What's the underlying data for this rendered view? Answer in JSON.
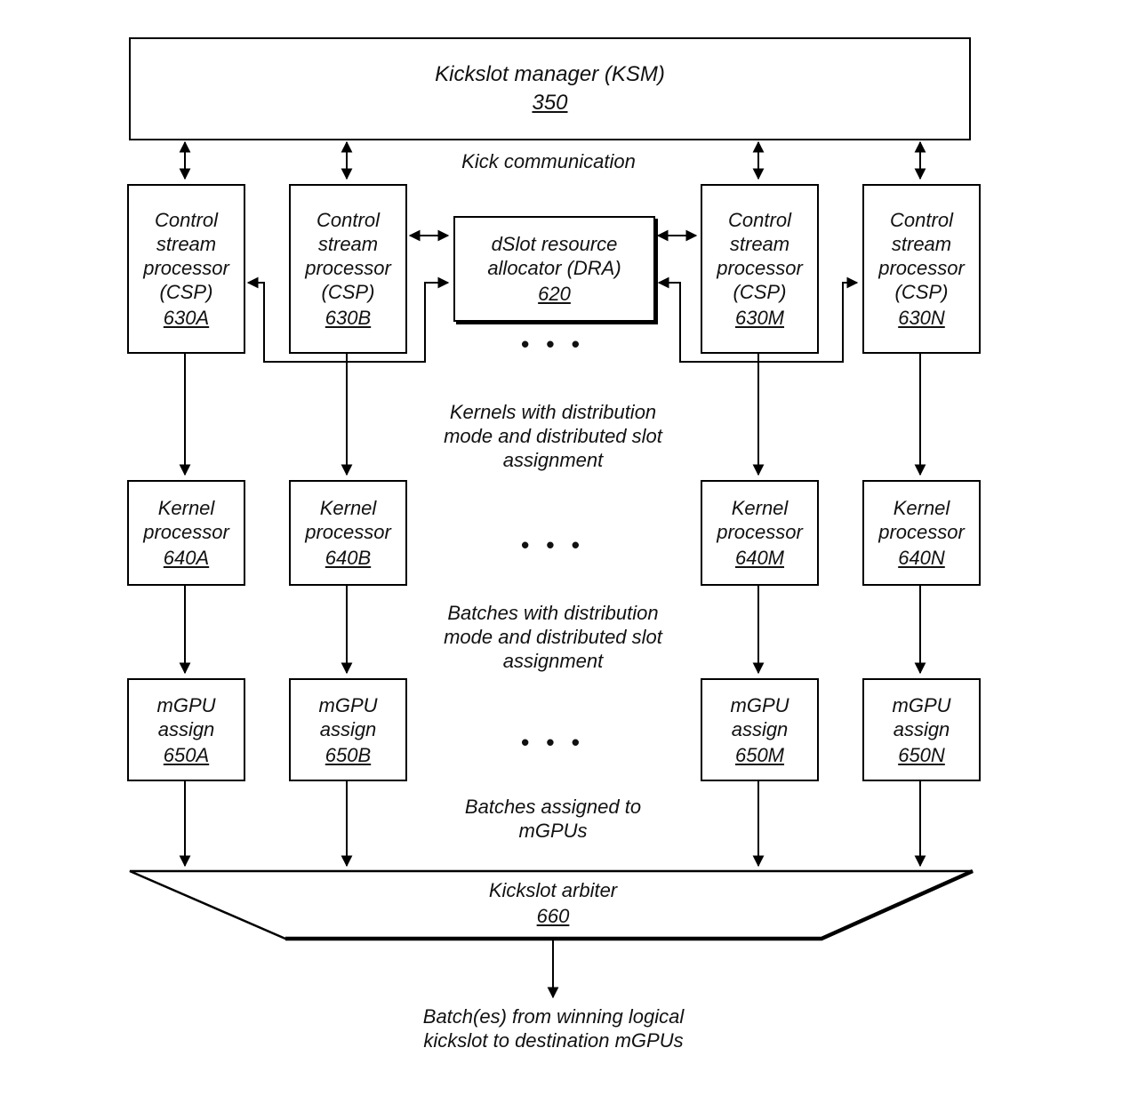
{
  "ksm": {
    "title": "Kickslot manager (KSM)",
    "ref": "350"
  },
  "labels": {
    "kick_communication": "Kick communication",
    "kernels_note": "Kernels with distribution\nmode and distributed slot\nassignment",
    "batches_note": "Batches with distribution\nmode and distributed slot\nassignment",
    "batches_assigned_note": "Batches assigned to\nmGPUs",
    "output_note": "Batch(es) from winning logical\nkickslot to destination mGPUs",
    "ellipsis": "• • •"
  },
  "dra": {
    "title": "dSlot resource\nallocator (DRA)",
    "ref": "620"
  },
  "csp_boxes": [
    {
      "title": "Control\nstream\nprocessor\n(CSP)",
      "ref": "630A"
    },
    {
      "title": "Control\nstream\nprocessor\n(CSP)",
      "ref": "630B"
    },
    {
      "title": "Control\nstream\nprocessor\n(CSP)",
      "ref": "630M"
    },
    {
      "title": "Control\nstream\nprocessor\n(CSP)",
      "ref": "630N"
    }
  ],
  "kernel_boxes": [
    {
      "title": "Kernel\nprocessor",
      "ref": "640A"
    },
    {
      "title": "Kernel\nprocessor",
      "ref": "640B"
    },
    {
      "title": "Kernel\nprocessor",
      "ref": "640M"
    },
    {
      "title": "Kernel\nprocessor",
      "ref": "640N"
    }
  ],
  "mgpu_boxes": [
    {
      "title": "mGPU\nassign",
      "ref": "650A"
    },
    {
      "title": "mGPU\nassign",
      "ref": "650B"
    },
    {
      "title": "mGPU\nassign",
      "ref": "650M"
    },
    {
      "title": "mGPU\nassign",
      "ref": "650N"
    }
  ],
  "arbiter": {
    "title": "Kickslot arbiter",
    "ref": "660"
  }
}
